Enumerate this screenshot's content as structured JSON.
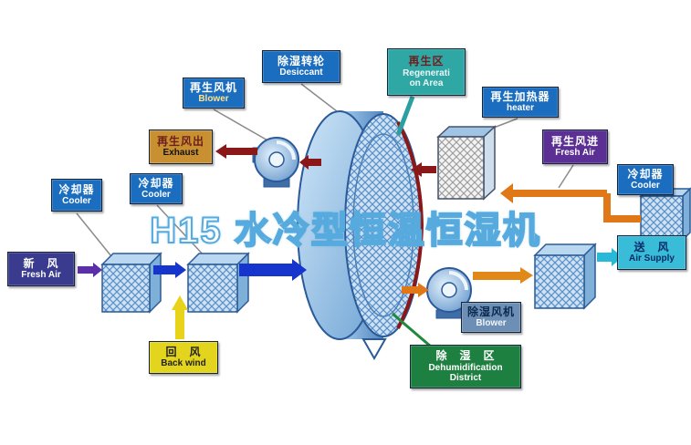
{
  "watermark": "H15  水冷型恒温恒湿机",
  "labels": {
    "desiccant": {
      "zh": "除湿转轮",
      "en": "Desiccant"
    },
    "regen_area": {
      "zh": "再生区",
      "en1": "Regenerati",
      "en2": "on Area"
    },
    "regen_blower": {
      "zh": "再生风机",
      "en": "Blower"
    },
    "regen_heater": {
      "zh": "再生加热器",
      "en": "heater"
    },
    "exhaust": {
      "zh": "再生风出",
      "en": "Exhaust"
    },
    "regen_fresh": {
      "zh": "再生风进",
      "en": "Fresh Air"
    },
    "cooler_left": {
      "zh": "冷却器",
      "en": "Cooler"
    },
    "cooler_mid": {
      "zh": "冷却器",
      "en": "Cooler"
    },
    "cooler_right": {
      "zh": "冷却器",
      "en": "Cooler"
    },
    "fresh_air": {
      "zh": "新　风",
      "en": "Fresh Air"
    },
    "air_supply": {
      "zh": "送　风",
      "en": "Air Supply"
    },
    "back_wind": {
      "zh": "回　风",
      "en": "Back wind"
    },
    "dehumid_blower": {
      "zh": "除湿风机",
      "en": "Blower"
    },
    "dehumid_area": {
      "zh": "除　湿　区",
      "en1": "Dehumidification",
      "en2": "District"
    }
  },
  "colors": {
    "label_blue": "#1a6dbf",
    "label_teal": "#2fa8a5",
    "label_tan": "#c89030",
    "label_purple": "#5b2f93",
    "label_indigo": "#3a3a8f",
    "label_cyan": "#38bcd8",
    "label_yellow": "#e3d51d",
    "label_steel": "#6e8fb5",
    "label_green": "#1e8040",
    "arrow_darkred": "#8b1818",
    "arrow_blue": "#1535cc",
    "arrow_orange": "#e07818",
    "arrow_purple": "#5b2fa8",
    "arrow_cyan": "#28b8d8",
    "arrow_yellow": "#e8d21a",
    "watermark_stroke": "#56aade"
  }
}
